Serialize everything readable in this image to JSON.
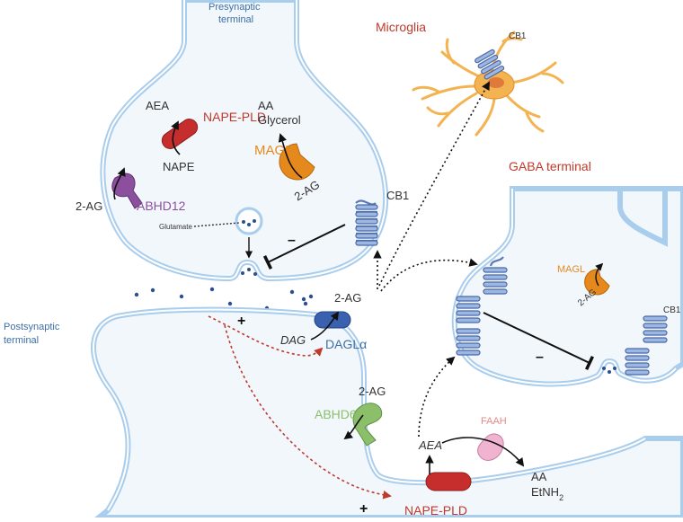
{
  "labels": {
    "presynaptic_terminal_l1": "Presynaptic",
    "presynaptic_terminal_l2": "terminal",
    "postsynaptic_terminal_l1": "Postsynaptic",
    "postsynaptic_terminal_l2": "terminal",
    "microglia": "Microglia",
    "cb1_microglia": "CB1",
    "gaba_terminal": "GABA terminal",
    "cb1_pre": "CB1",
    "cb1_gaba": "CB1",
    "aea_pre": "AEA",
    "nape_pre": "NAPE",
    "nape_pld_pre": "NAPE-PLD",
    "aa_pre": "AA",
    "glycerol_pre": "Glycerol",
    "magl_pre": "MAGL",
    "two_ag_magl_pre": "2-AG",
    "two_ag_abhd12": "2-AG",
    "abhd12": "ABHD12",
    "glutamate": "Glutamate",
    "minus_pre": "–",
    "plus_top": "+",
    "two_ag_cleft": "2-AG",
    "dag": "DAG",
    "dagla": "DAGLα",
    "two_ag_abhd6": "2-AG",
    "abhd6": "ABHD6",
    "faah": "FAAH",
    "aea_post": "AEA",
    "aa_post": "AA",
    "etnh2_post": "EtNH",
    "etnh2_sub": "2",
    "nape_pld_post": "NAPE-PLD",
    "plus_bottom": "+",
    "magl_gaba": "MAGL",
    "two_ag_gaba": "2-AG",
    "minus_gaba": "–"
  },
  "colors": {
    "membrane": "#a9cdec",
    "cytoplasm": "#f2f7fc",
    "receptor": "#5b79b8",
    "nape_pld": "#c62d2d",
    "magl": "#e6891c",
    "abhd12": "#8b4f9e",
    "dagla": "#3a60b0",
    "abhd6": "#8bbf6a",
    "faah": "#f0b4d0",
    "microglia": "#f4b351",
    "red_arrow": "#c0392b",
    "dots": "#2d4f8e"
  },
  "icons": [
    "cb1-receptor-icon",
    "nape-pld-enzyme-icon",
    "magl-enzyme-icon",
    "abhd12-enzyme-icon",
    "dagla-enzyme-icon",
    "abhd6-enzyme-icon",
    "faah-enzyme-icon",
    "microglia-cell-icon",
    "vesicle-icon"
  ]
}
